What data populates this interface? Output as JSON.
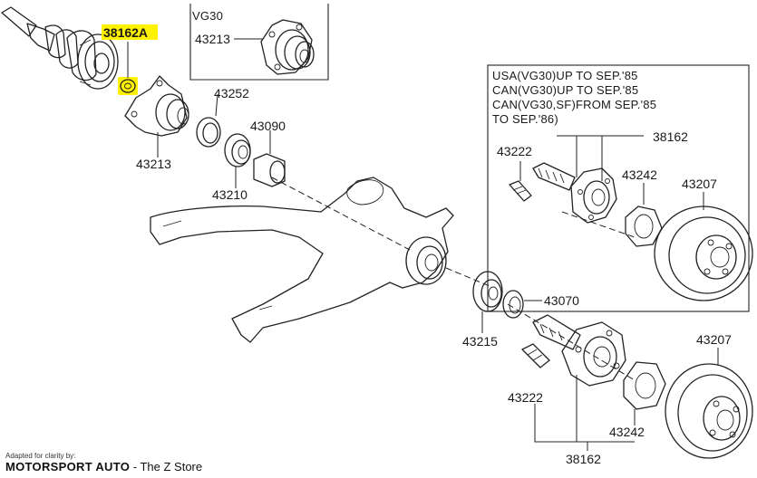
{
  "diagram": {
    "highlighted_part": "38162A",
    "part_labels": {
      "p38162A": "38162A",
      "p43213_inset": "43213",
      "p43213": "43213",
      "p43252": "43252",
      "p43090": "43090",
      "p43210": "43210",
      "p43070": "43070",
      "p43215": "43215",
      "p43222_box": "43222",
      "p38162_box": "38162",
      "p43242_box": "43242",
      "p43207_box": "43207",
      "p43222": "43222",
      "p43207": "43207",
      "p43242": "43242",
      "p38162": "38162"
    },
    "inset_top": {
      "label": "VG30"
    },
    "inset_right": {
      "lines": [
        "USA(VG30)UP TO SEP.'85",
        "CAN(VG30)UP TO SEP.'85",
        "CAN(VG30,SF)FROM SEP.'85",
        "TO SEP.'86)"
      ]
    },
    "colors": {
      "highlight": "#fff200",
      "ink": "#222222"
    }
  },
  "credit": {
    "small": "Adapted for clarity by:",
    "brand": "MOTORSPORT AUTO",
    "suffix": " - The Z Store"
  }
}
